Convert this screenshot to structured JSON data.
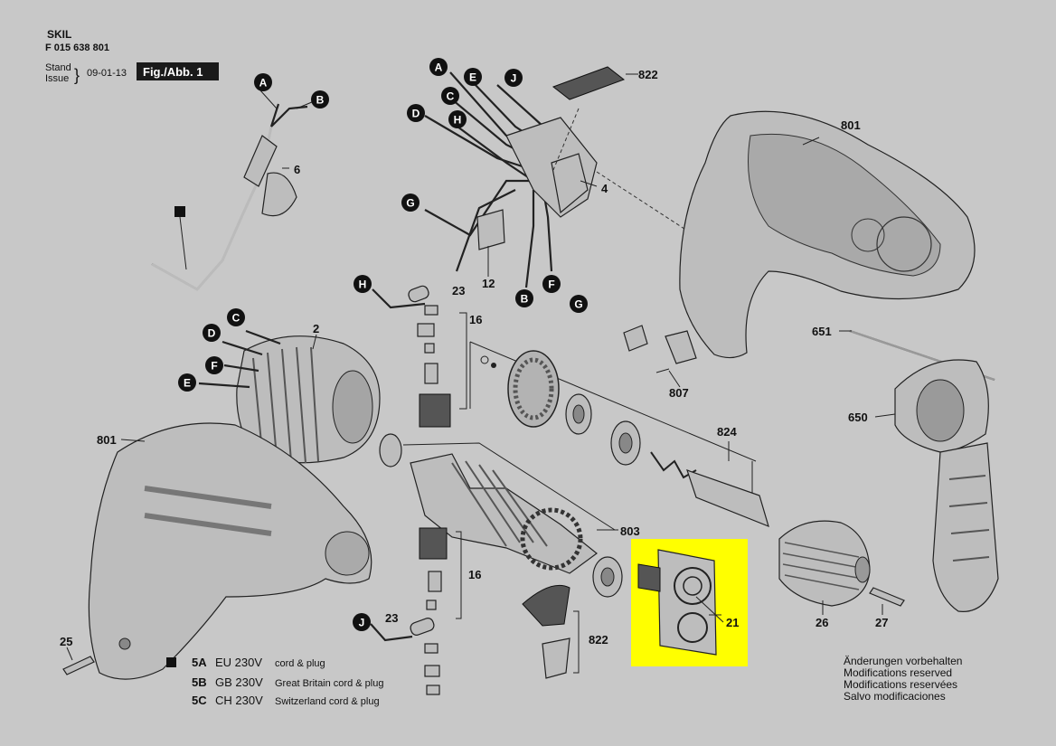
{
  "header": {
    "brand": "SKIL",
    "model_number": "F 015 638 801",
    "stand_label": "Stand",
    "issue_label": "Issue",
    "issue_date": "09-01-13",
    "figure_label": "Fig./Abb. 1"
  },
  "wire_labels": {
    "a1": "A",
    "b1": "B",
    "a2": "A",
    "e": "E",
    "j1": "J",
    "c1": "C",
    "d1": "D",
    "h1": "H",
    "g1": "G",
    "b2": "B",
    "f1": "F",
    "h2": "H",
    "g2": "G",
    "c2": "C",
    "d2": "D",
    "f2": "F",
    "e2": "E",
    "j2": "J"
  },
  "part_numbers": {
    "p6": "6",
    "p822a": "822",
    "p4": "4",
    "p801a": "801",
    "p12": "12",
    "p23a": "23",
    "p16a": "16",
    "p2": "2",
    "p651": "651",
    "p807": "807",
    "p824": "824",
    "p650": "650",
    "p801b": "801",
    "p803": "803",
    "p16b": "16",
    "p21": "21",
    "p23b": "23",
    "p822b": "822",
    "p26": "26",
    "p27": "27",
    "p25": "25"
  },
  "legend": [
    {
      "code": "5A",
      "variant": "EU 230V",
      "desc": "cord & plug"
    },
    {
      "code": "5B",
      "variant": "GB 230V",
      "desc": "Great Britain cord & plug"
    },
    {
      "code": "5C",
      "variant": "CH 230V",
      "desc": "Switzerland cord & plug"
    }
  ],
  "notice": [
    "Änderungen vorbehalten",
    "Modifications reserved",
    "Modifications reservées",
    "Salvo modificaciones"
  ],
  "colors": {
    "background": "#c8c8c8",
    "highlight": "#ffff00",
    "figure_tag": "#1a1a1a"
  }
}
